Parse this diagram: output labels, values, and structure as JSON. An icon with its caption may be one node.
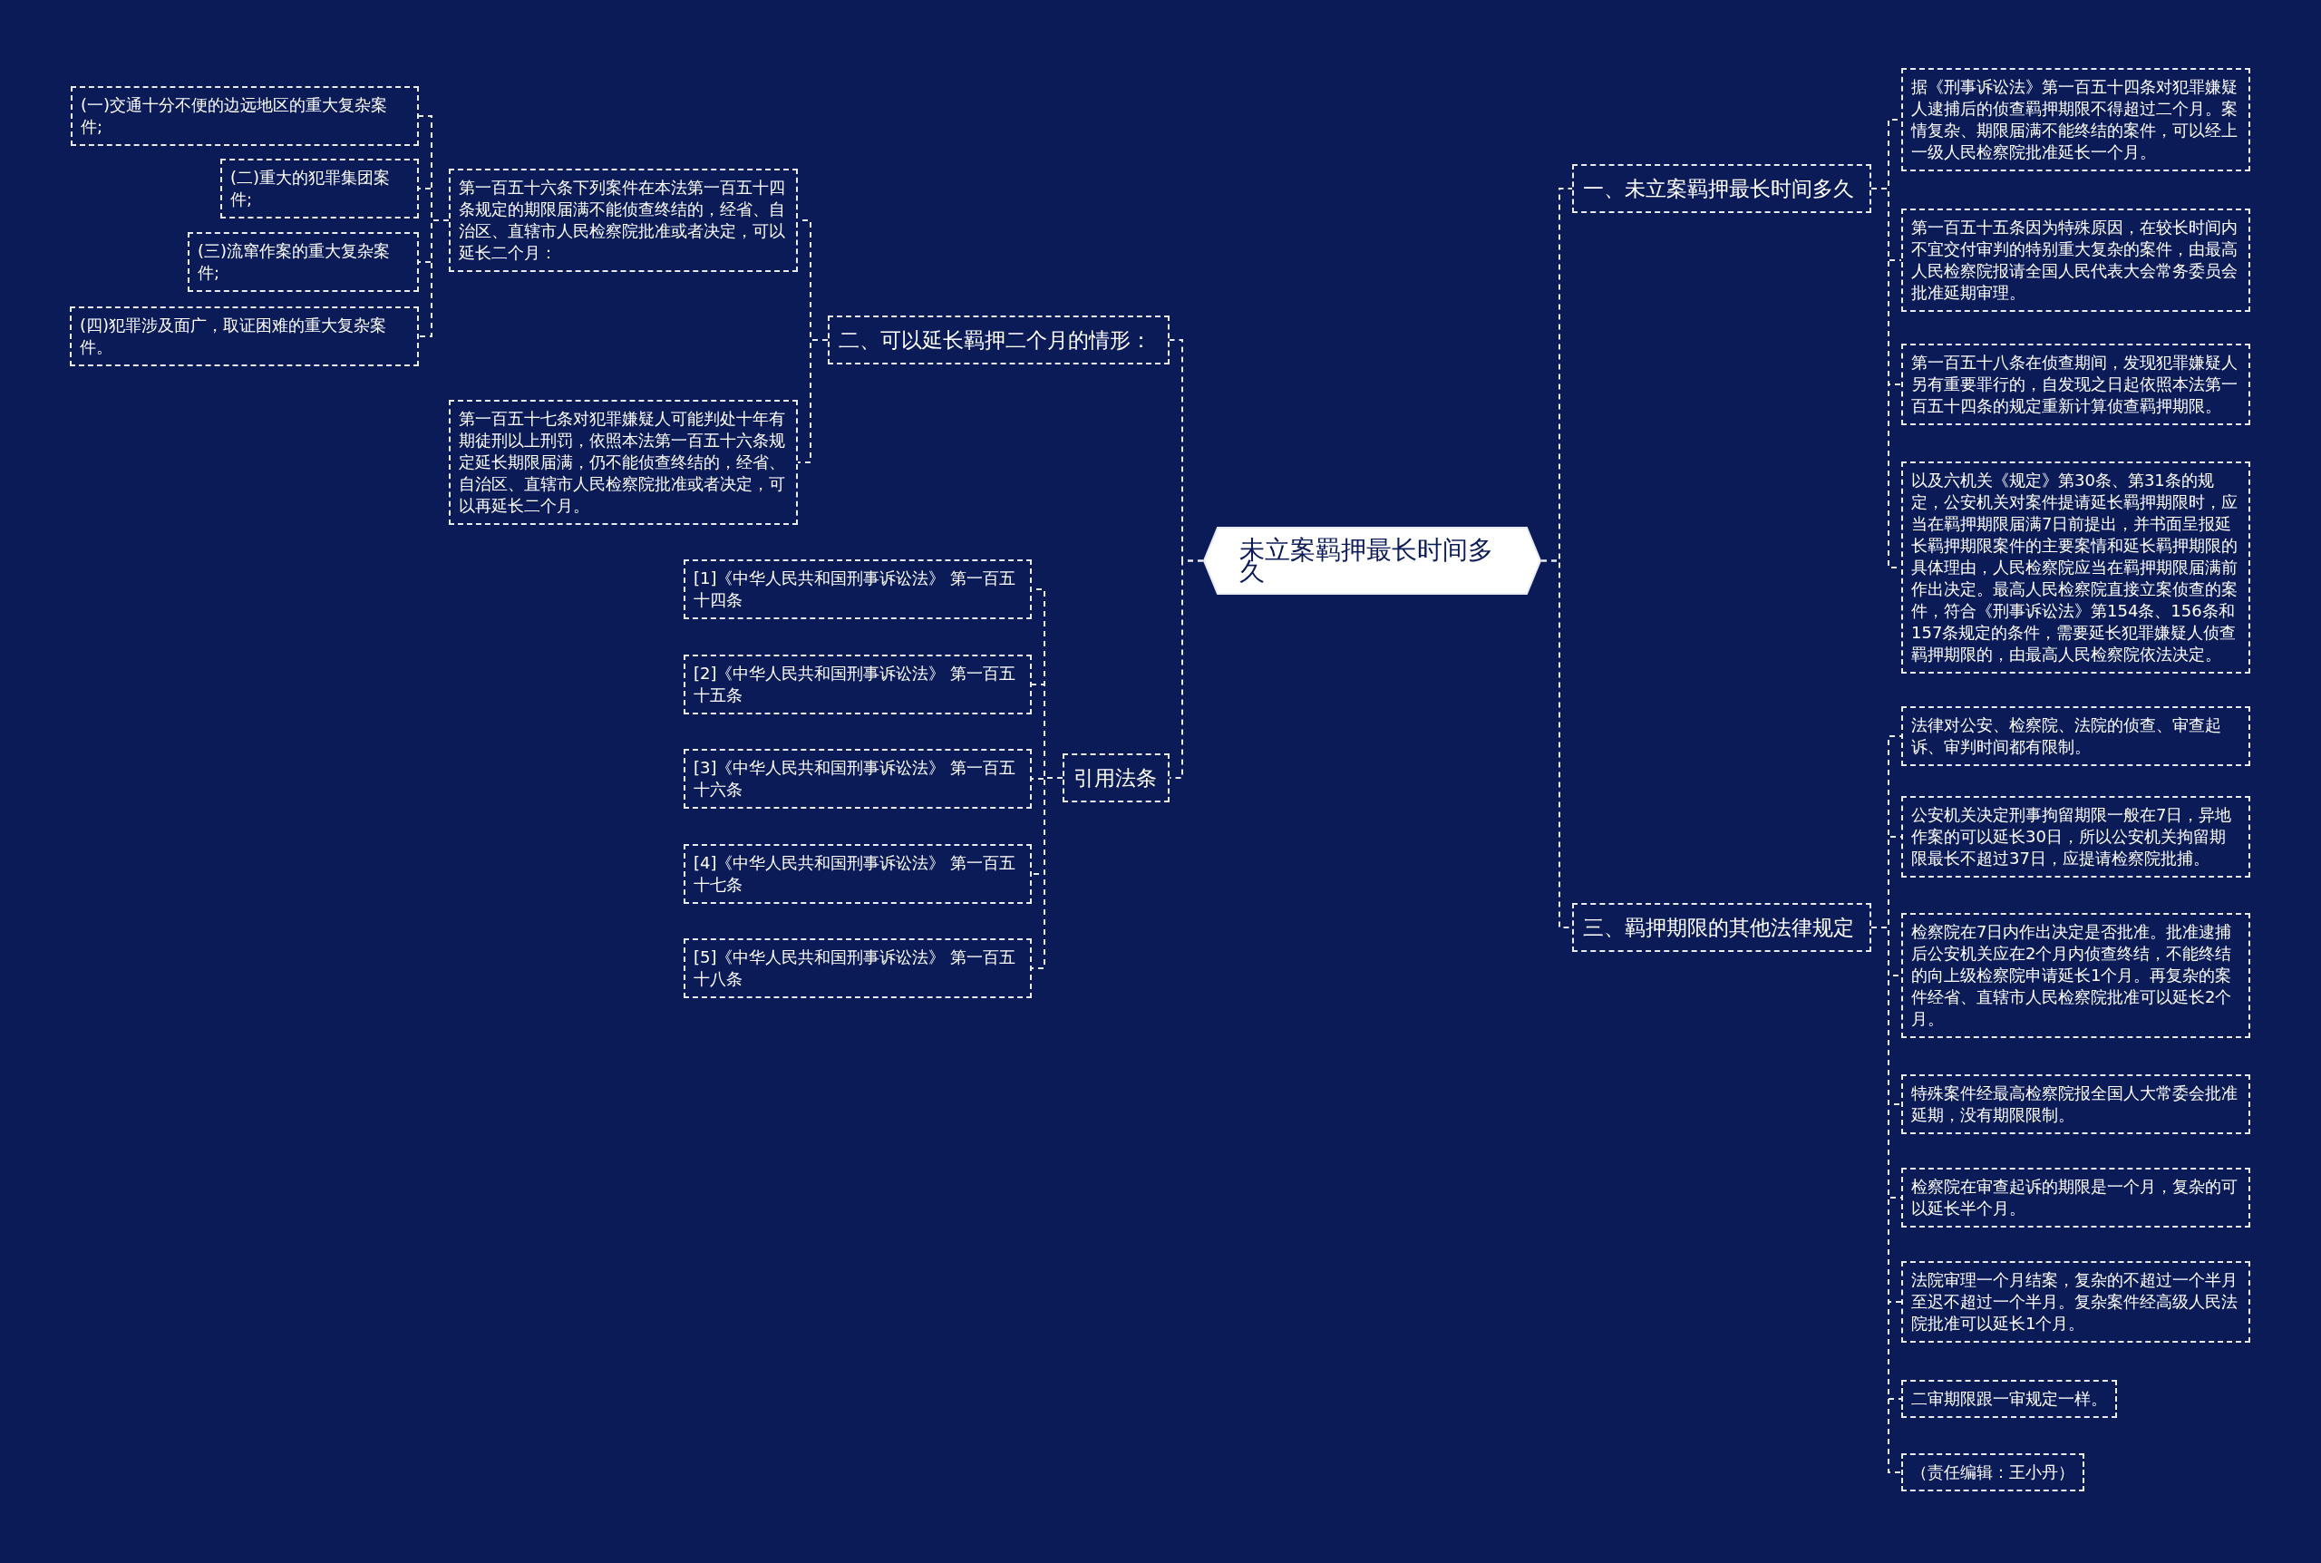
{
  "diagram": {
    "nodes": [
      {
        "text": [
          "未立案羁押最长时间多久"
        ]
      },
      {
        "text": [
          "一、未立案羁押最长时间多久"
        ]
      },
      {
        "text": [
          "据《刑事诉讼法》第一百五十四条对犯罪嫌疑人逮捕后的侦查羁押期限不得超过二个月。案情复杂、期限届满不能终结的案件，可以经上一级人民检察院批准延长一个月。"
        ]
      },
      {
        "text": [
          "第一百五十五条因为特殊原因，在较长时间内不宜交付审判的特别重大复杂的案件，由最高人民检察院报请全国人民代表大会常务委员会批准延期审理。"
        ]
      },
      {
        "text": [
          "第一百五十八条在侦查期间，发现犯罪嫌疑人另有重要罪行的，自发现之日起依照本法第一百五十四条的规定重新计算侦查羁押期限。"
        ]
      },
      {
        "text": [
          "以及六机关《规定》第30条、第31条的规定，公安机关对案件提请延长羁押期限时，应当在羁押期限届满7日前提出，并书面呈报延长羁押期限案件的主要案情和延长羁押期限的具体理由，人民检察院应当在羁押期限届满前作出决定。最高人民检察院直接立案侦查的案件，符合《刑事诉讼法》第154条、156条和157条规定的条件，需要延长犯罪嫌疑人侦查羁押期限的，由最高人民检察院依法决定。"
        ]
      },
      {
        "text": [
          "二、可以延长羁押二个月的情形："
        ]
      },
      {
        "text": [
          "第一百五十六条下列案件在本法第一百五十四条规定的期限届满不能侦查终结的，经省、自治区、直辖市人民检察院批准或者决定，可以延长二个月："
        ]
      },
      {
        "text": [
          "(一)交通十分不便的边远地区的重大复杂案件;"
        ]
      },
      {
        "text": [
          "(二)重大的犯罪集团案件;"
        ]
      },
      {
        "text": [
          "(三)流窜作案的重大复杂案件;"
        ]
      },
      {
        "text": [
          "(四)犯罪涉及面广，取证困难的重大复杂案件。"
        ]
      },
      {
        "text": [
          "第一百五十七条对犯罪嫌疑人可能判处十年有期徒刑以上刑罚，依照本法第一百五十六条规定延长期限届满，仍不能侦查终结的，经省、自治区、直辖市人民检察院批准或者决定，可以再延长二个月。"
        ]
      },
      {
        "text": [
          "引用法条"
        ]
      },
      {
        "text": [
          "[1]《中华人民共和国刑事诉讼法》 第一百五十四条"
        ]
      },
      {
        "text": [
          "[2]《中华人民共和国刑事诉讼法》 第一百五十五条"
        ]
      },
      {
        "text": [
          "[3]《中华人民共和国刑事诉讼法》 第一百五十六条"
        ]
      },
      {
        "text": [
          "[4]《中华人民共和国刑事诉讼法》 第一百五十七条"
        ]
      },
      {
        "text": [
          "[5]《中华人民共和国刑事诉讼法》 第一百五十八条"
        ]
      },
      {
        "text": [
          "三、羁押期限的其他法律规定"
        ]
      },
      {
        "text": [
          "法律对公安、检察院、法院的侦查、审查起诉、审判时间都有限制。"
        ]
      },
      {
        "text": [
          "公安机关决定刑事拘留期限一般在7日，异地作案的可以延长30日，所以公安机关拘留期限最长不超过37日，应提请检察院批捕。"
        ]
      },
      {
        "text": [
          "检察院在7日内作出决定是否批准。批准逮捕后公安机关应在2个月内侦查终结，不能终结的向上级检察院申请延长1个月。再复杂的案件经省、直辖市人民检察院批准可以延长2个月。"
        ]
      },
      {
        "text": [
          "特殊案件经最高检察院报全国人大常委会批准延期，没有期限限制。"
        ]
      },
      {
        "text": [
          "检察院在审查起诉的期限是一个月，复杂的可以延长半个月。"
        ]
      },
      {
        "text": [
          "法院审理一个月结案，复杂的不超过一个半月至迟不超过一个半月。复杂案件经高级人民法院批准可以延长1个月。"
        ]
      },
      {
        "text": [
          "二审期限跟一审规定一样。"
        ]
      },
      {
        "text": [
          "（责任编辑：王小丹）"
        ]
      }
    ],
    "edges": [
      {
        "from": 0,
        "to": 1,
        "arrow": "none"
      },
      {
        "from": 1,
        "to": 2,
        "arrow": "none"
      },
      {
        "from": 1,
        "to": 3,
        "arrow": "none"
      },
      {
        "from": 1,
        "to": 4,
        "arrow": "none"
      },
      {
        "from": 1,
        "to": 5,
        "arrow": "none"
      },
      {
        "from": 0,
        "to": 6,
        "arrow": "none"
      },
      {
        "from": 6,
        "to": 7,
        "arrow": "none"
      },
      {
        "from": 7,
        "to": 8,
        "arrow": "none"
      },
      {
        "from": 7,
        "to": 9,
        "arrow": "none"
      },
      {
        "from": 7,
        "to": 10,
        "arrow": "none"
      },
      {
        "from": 7,
        "to": 11,
        "arrow": "none"
      },
      {
        "from": 6,
        "to": 12,
        "arrow": "none"
      },
      {
        "from": 0,
        "to": 13,
        "arrow": "none"
      },
      {
        "from": 13,
        "to": 14,
        "arrow": "none"
      },
      {
        "from": 13,
        "to": 15,
        "arrow": "none"
      },
      {
        "from": 13,
        "to": 16,
        "arrow": "none"
      },
      {
        "from": 13,
        "to": 17,
        "arrow": "none"
      },
      {
        "from": 13,
        "to": 18,
        "arrow": "none"
      },
      {
        "from": 0,
        "to": 19,
        "arrow": "none"
      },
      {
        "from": 19,
        "to": 20,
        "arrow": "none"
      },
      {
        "from": 19,
        "to": 21,
        "arrow": "none"
      },
      {
        "from": 19,
        "to": 22,
        "arrow": "none"
      },
      {
        "from": 19,
        "to": 23,
        "arrow": "none"
      },
      {
        "from": 19,
        "to": 24,
        "arrow": "none"
      },
      {
        "from": 19,
        "to": 25,
        "arrow": "none"
      },
      {
        "from": 19,
        "to": 26,
        "arrow": "none"
      },
      {
        "from": 19,
        "to": 27,
        "arrow": "none"
      }
    ]
  }
}
